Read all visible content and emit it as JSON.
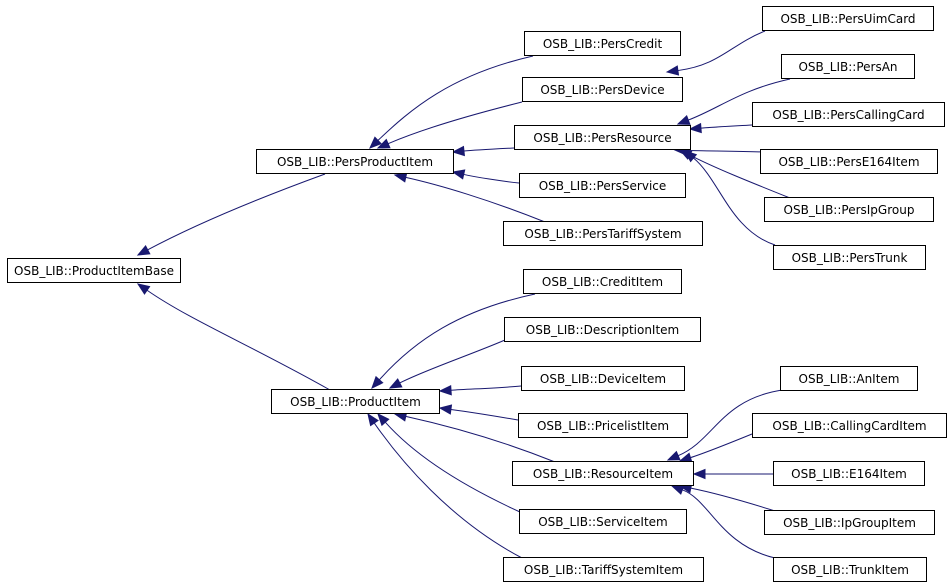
{
  "colors": {
    "edge": "#191970",
    "box_border": "#000000",
    "box_fill": "#ffffff",
    "text": "#000000",
    "background": "#ffffff"
  },
  "nodes": {
    "product_item_base": "OSB_LIB::ProductItemBase",
    "pers_product_item": "OSB_LIB::PersProductItem",
    "pers_credit": "OSB_LIB::PersCredit",
    "pers_device": "OSB_LIB::PersDevice",
    "pers_uim_card": "OSB_LIB::PersUimCard",
    "pers_resource": "OSB_LIB::PersResource",
    "pers_an": "OSB_LIB::PersAn",
    "pers_calling_card": "OSB_LIB::PersCallingCard",
    "pers_e164_item": "OSB_LIB::PersE164Item",
    "pers_ip_group": "OSB_LIB::PersIpGroup",
    "pers_trunk": "OSB_LIB::PersTrunk",
    "pers_service": "OSB_LIB::PersService",
    "pers_tariff_system": "OSB_LIB::PersTariffSystem",
    "product_item": "OSB_LIB::ProductItem",
    "credit_item": "OSB_LIB::CreditItem",
    "description_item": "OSB_LIB::DescriptionItem",
    "device_item": "OSB_LIB::DeviceItem",
    "pricelist_item": "OSB_LIB::PricelistItem",
    "resource_item": "OSB_LIB::ResourceItem",
    "an_item": "OSB_LIB::AnItem",
    "calling_card_item": "OSB_LIB::CallingCardItem",
    "e164_item": "OSB_LIB::E164Item",
    "ip_group_item": "OSB_LIB::IpGroupItem",
    "trunk_item": "OSB_LIB::TrunkItem",
    "service_item": "OSB_LIB::ServiceItem",
    "tariff_system_item": "OSB_LIB::TariffSystemItem"
  },
  "edges": [
    {
      "child": "pers_product_item",
      "parent": "product_item_base"
    },
    {
      "child": "product_item",
      "parent": "product_item_base"
    },
    {
      "child": "pers_credit",
      "parent": "pers_product_item"
    },
    {
      "child": "pers_device",
      "parent": "pers_product_item"
    },
    {
      "child": "pers_resource",
      "parent": "pers_product_item"
    },
    {
      "child": "pers_service",
      "parent": "pers_product_item"
    },
    {
      "child": "pers_tariff_system",
      "parent": "pers_product_item"
    },
    {
      "child": "pers_uim_card",
      "parent": "pers_device"
    },
    {
      "child": "pers_an",
      "parent": "pers_resource"
    },
    {
      "child": "pers_calling_card",
      "parent": "pers_resource"
    },
    {
      "child": "pers_e164_item",
      "parent": "pers_resource"
    },
    {
      "child": "pers_ip_group",
      "parent": "pers_resource"
    },
    {
      "child": "pers_trunk",
      "parent": "pers_resource"
    },
    {
      "child": "credit_item",
      "parent": "product_item"
    },
    {
      "child": "description_item",
      "parent": "product_item"
    },
    {
      "child": "device_item",
      "parent": "product_item"
    },
    {
      "child": "pricelist_item",
      "parent": "product_item"
    },
    {
      "child": "resource_item",
      "parent": "product_item"
    },
    {
      "child": "service_item",
      "parent": "product_item"
    },
    {
      "child": "tariff_system_item",
      "parent": "product_item"
    },
    {
      "child": "an_item",
      "parent": "resource_item"
    },
    {
      "child": "calling_card_item",
      "parent": "resource_item"
    },
    {
      "child": "e164_item",
      "parent": "resource_item"
    },
    {
      "child": "ip_group_item",
      "parent": "resource_item"
    },
    {
      "child": "trunk_item",
      "parent": "resource_item"
    }
  ]
}
